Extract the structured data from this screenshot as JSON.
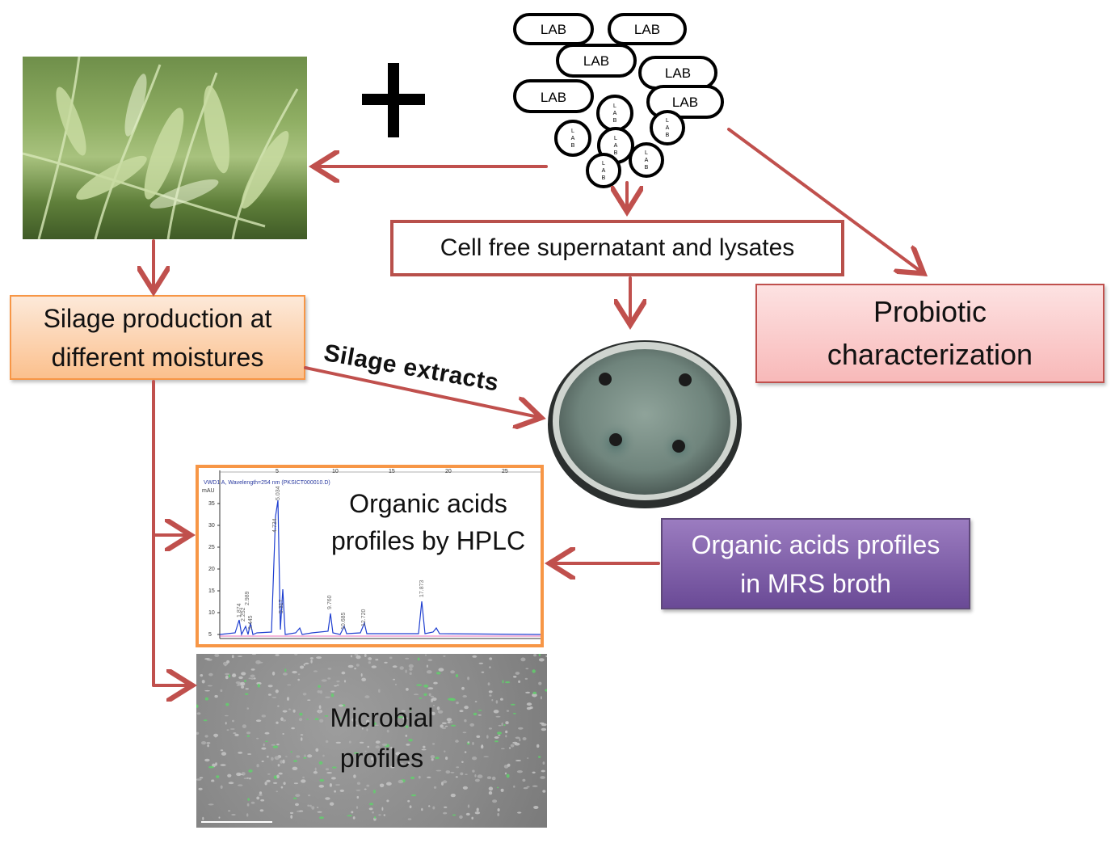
{
  "labels": {
    "supernatant": "Cell free supernatant and lysates",
    "probiotic": [
      "Probiotic",
      "characterization"
    ],
    "silage": [
      "Silage production at",
      "different moistures"
    ],
    "silage_extracts": "Silage extracts",
    "hplc": [
      "Organic acids",
      "profiles by HPLC"
    ],
    "mrs": [
      "Organic acids profiles",
      "in MRS broth"
    ],
    "microbial": [
      "Microbial",
      "profiles"
    ]
  },
  "lab_cluster": {
    "big_label": "LAB",
    "small_label": [
      "L",
      "A",
      "B"
    ]
  },
  "chromatogram": {
    "header": "VWD1 A, Wavelength=254 nm (PKSICT000010.D)",
    "unit": "mAU",
    "y_ticks": [
      "35",
      "30",
      "25",
      "20",
      "15",
      "10",
      "5"
    ],
    "x_ticks": [
      "5",
      "10",
      "15",
      "20",
      "25"
    ],
    "peaks": [
      "1.874",
      "2.252",
      "2.989",
      "3.445",
      "4.734",
      "5.034",
      "5.317",
      "9.760",
      "10.685",
      "12.720",
      "17.873"
    ]
  },
  "colors": {
    "arrow": "#c0504d",
    "orange_border": "#f79646",
    "purple": "#6a4a96",
    "pink": "#f8b9b9"
  }
}
